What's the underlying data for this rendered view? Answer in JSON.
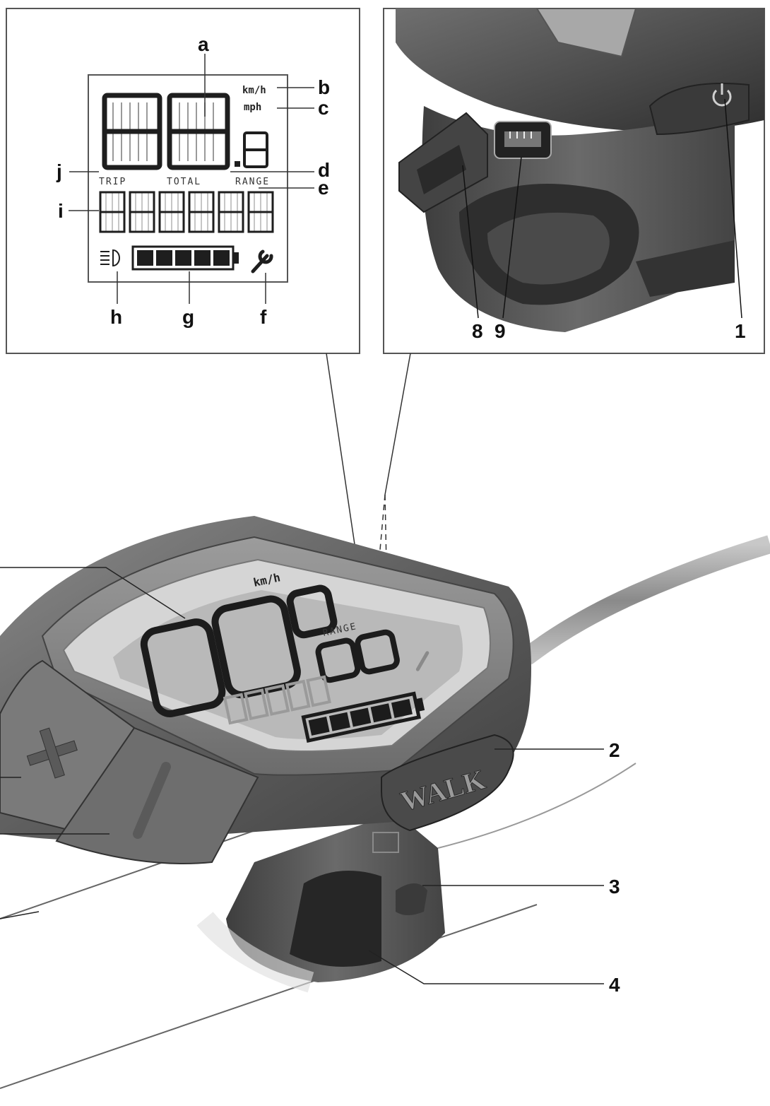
{
  "display_detail": {
    "unit_kmh": "km/h",
    "unit_mph": "mph",
    "trip_label": "TRIP",
    "total_label": "TOTAL",
    "range_label": "RANGE"
  },
  "main_display": {
    "unit_label": "km/h",
    "range_label": "RANGE",
    "walk_button_label": "WALK"
  },
  "callouts": {
    "a": "a",
    "b": "b",
    "c": "c",
    "d": "d",
    "e": "e",
    "f": "f",
    "g": "g",
    "h": "h",
    "i": "i",
    "j": "j",
    "n1": "1",
    "n2": "2",
    "n3": "3",
    "n4": "4",
    "n8": "8",
    "n9": "9"
  },
  "battery_level_segments": {
    "shown": 5,
    "of": 5
  }
}
